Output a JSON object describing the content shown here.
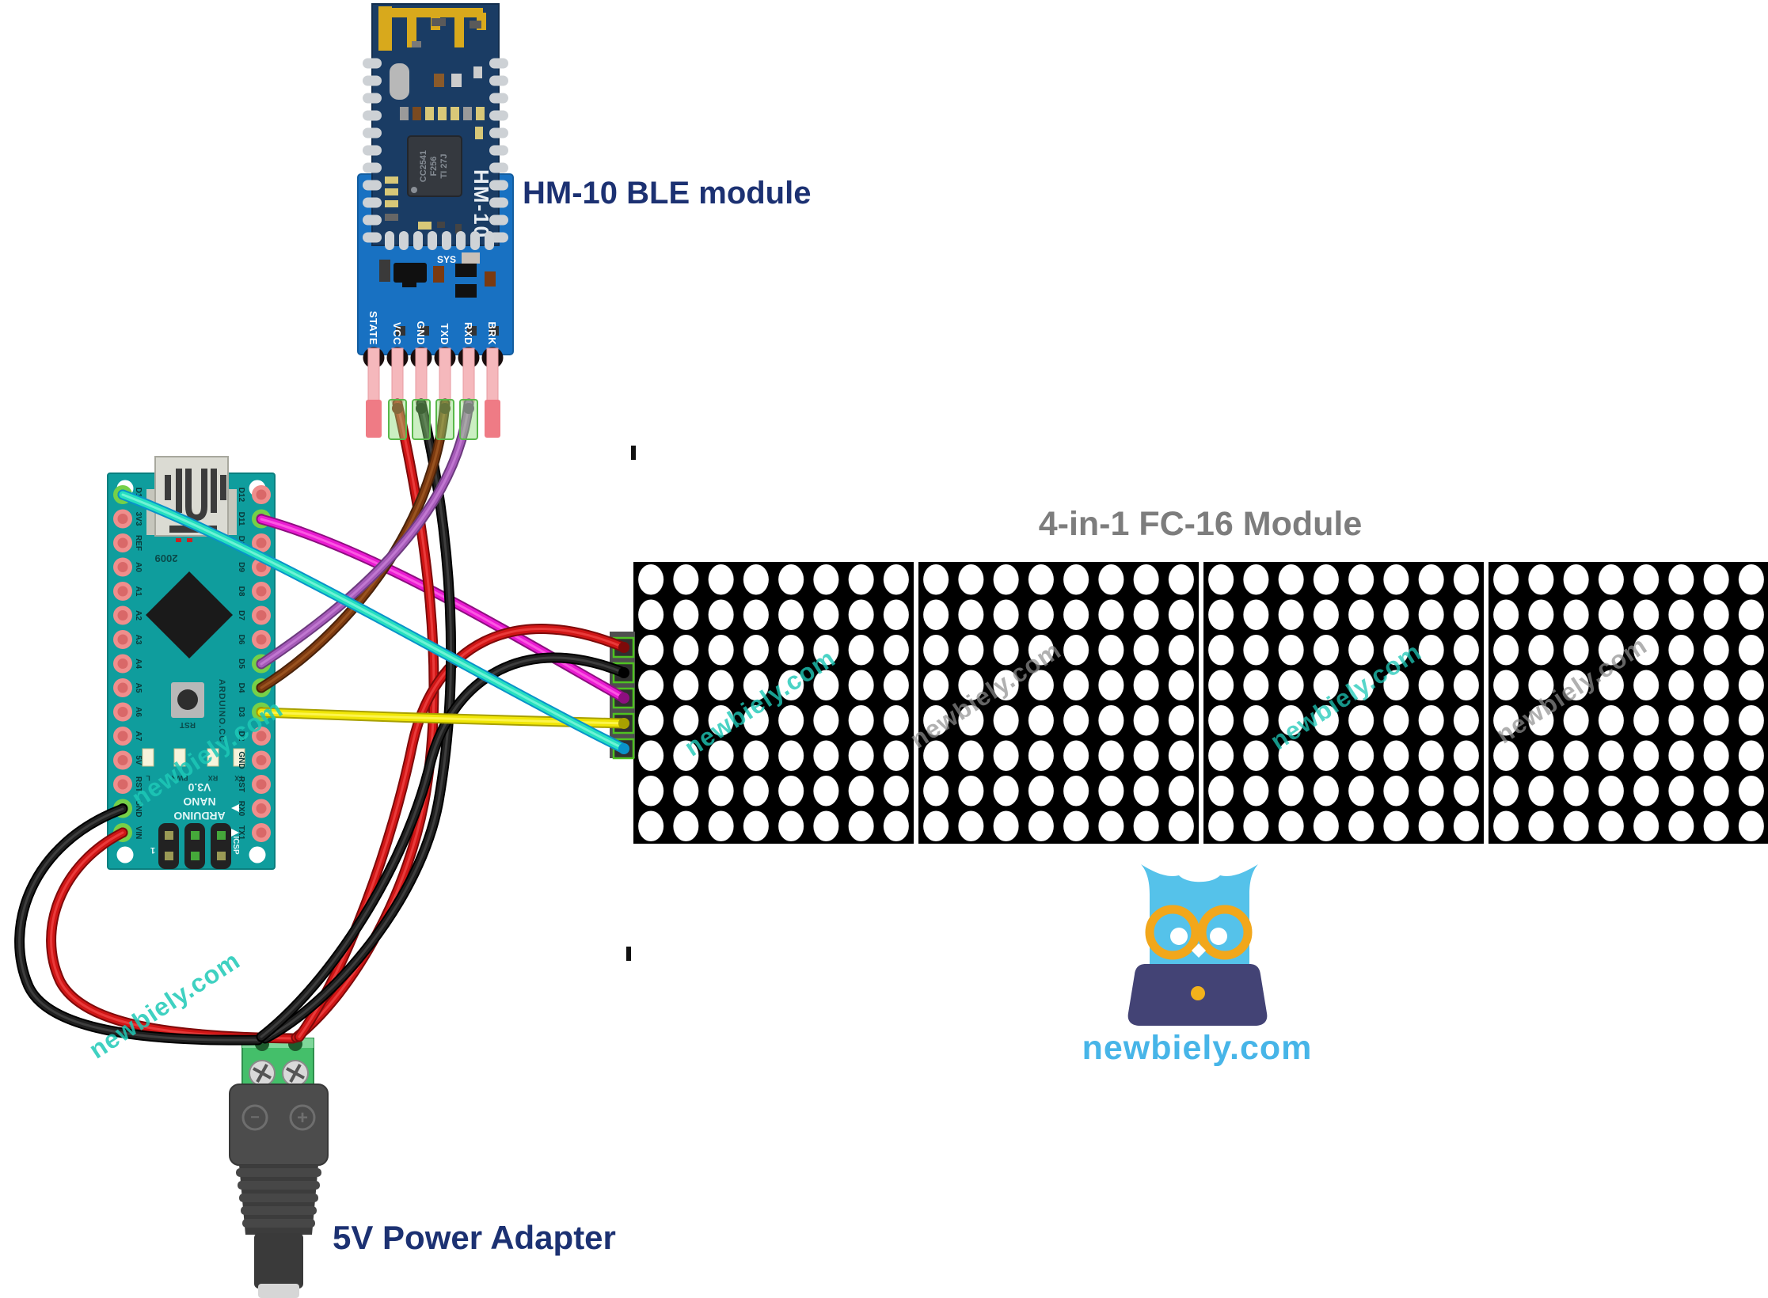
{
  "labels": {
    "hm10_module": "HM-10 BLE module",
    "matrix_module": "4-in-1 FC-16 Module",
    "power_adapter": "5V Power Adapter",
    "logo": "newbiely.com",
    "watermark": "newbiely.com"
  },
  "hm10": {
    "board_name": "HM-10",
    "sys_label": "SYS",
    "chip_lines": [
      "CC2541",
      "F256",
      "TI 27J"
    ],
    "pins": [
      {
        "label": "STATE",
        "wire": null
      },
      {
        "label": "VCC",
        "wire": "red"
      },
      {
        "label": "GND",
        "wire": "black"
      },
      {
        "label": "TXD",
        "wire": "brown"
      },
      {
        "label": "RXD",
        "wire": "purple"
      },
      {
        "label": "BRK",
        "wire": null
      }
    ]
  },
  "arduino": {
    "left_pins": [
      "D13",
      "3V3",
      "REF",
      "A0",
      "A1",
      "A2",
      "A3",
      "A4",
      "A5",
      "A6",
      "A7",
      "5V",
      "RST",
      "GND",
      "VIN"
    ],
    "right_pins": [
      "D12",
      "D11",
      "D10",
      "D9",
      "D8",
      "D7",
      "D6",
      "D5",
      "D4",
      "D3",
      "D2",
      "GND",
      "RST",
      "RX0",
      "TX1"
    ],
    "connected_left": [
      "D13",
      "GND",
      "VIN"
    ],
    "connected_right": [
      "D11",
      "D5",
      "D4",
      "D3"
    ],
    "texts": {
      "year": "2009",
      "rst": "RST",
      "site": "ARDUINO.CC",
      "led_labels": [
        "L",
        "PWR",
        "RX",
        "TX"
      ],
      "board_lines": [
        "ARDUINO",
        "NANO",
        "V3.0"
      ],
      "icsp": "ICSP",
      "pin_one": "1"
    }
  },
  "matrix": {
    "panels": 4,
    "rows": 8,
    "cols": 8,
    "dot_color": "#ffffff",
    "panel_color": "#000000",
    "pin_count": 5
  },
  "power_adapter": {
    "minus_symbol": "−",
    "plus_symbol": "+"
  },
  "colors": {
    "wire_red": "#d01616",
    "wire_black": "#1f1f1f",
    "wire_brown": "#7c3a10",
    "wire_purple": "#a55ab8",
    "wire_magenta": "#ea1ad2",
    "wire_yellow": "#f0e607",
    "wire_cyan": "#25dfc0",
    "watermark_teal": "#1ec9b7",
    "watermark_gray": "#8f8f8f",
    "label_navy": "#1c3172",
    "label_gray": "#7d7d7d",
    "logo_blue": "#47b5e8",
    "nano_teal": "#0f9d9d",
    "hm10_blue": "#1871c2",
    "hm10_dark_blue": "#1a3c64"
  },
  "wires": [
    {
      "name": "hm10-vcc",
      "color": "red",
      "from": "HM-10 VCC",
      "to": "DC jack +"
    },
    {
      "name": "hm10-gnd",
      "color": "black",
      "from": "HM-10 GND",
      "to": "DC jack −"
    },
    {
      "name": "hm10-txd",
      "color": "brown",
      "from": "HM-10 TXD",
      "to": "Nano D4"
    },
    {
      "name": "hm10-rxd",
      "color": "purple",
      "from": "HM-10 RXD",
      "to": "Nano D5"
    },
    {
      "name": "matrix-p1",
      "color": "red",
      "from": "Matrix pin-1",
      "to": "DC jack +"
    },
    {
      "name": "matrix-p2",
      "color": "black",
      "from": "Matrix pin-2",
      "to": "DC jack −"
    },
    {
      "name": "matrix-p3",
      "color": "magenta",
      "from": "Nano D11",
      "to": "Matrix pin-3"
    },
    {
      "name": "matrix-p4",
      "color": "yellow",
      "from": "Nano D3",
      "to": "Matrix pin-4"
    },
    {
      "name": "matrix-p5",
      "color": "cyan",
      "from": "Nano D13",
      "to": "Matrix pin-5"
    },
    {
      "name": "nano-gnd",
      "color": "black",
      "from": "Nano GND",
      "to": "DC jack −"
    },
    {
      "name": "nano-vin",
      "color": "red",
      "from": "Nano VIN",
      "to": "DC jack +"
    }
  ]
}
